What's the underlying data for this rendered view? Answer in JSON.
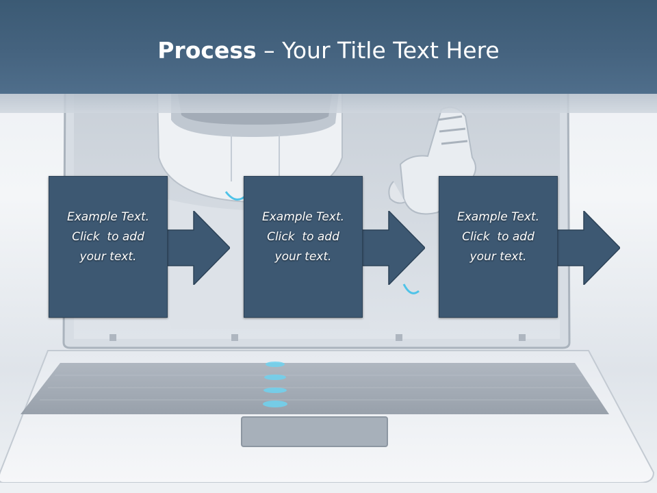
{
  "slide": {
    "title_bold": "Process",
    "title_rest": " – Your Title Text Here"
  },
  "steps": [
    {
      "line1": "Example Text.",
      "line2": "Click  to add",
      "line3": "your text."
    },
    {
      "line1": "Example Text.",
      "line2": "Click  to add",
      "line3": "your text."
    },
    {
      "line1": "Example Text.",
      "line2": "Click  to add",
      "line3": "your text."
    }
  ],
  "colors": {
    "title_band": "#45637f",
    "step_fill": "#3d5872",
    "title_text": "#ffffff"
  }
}
